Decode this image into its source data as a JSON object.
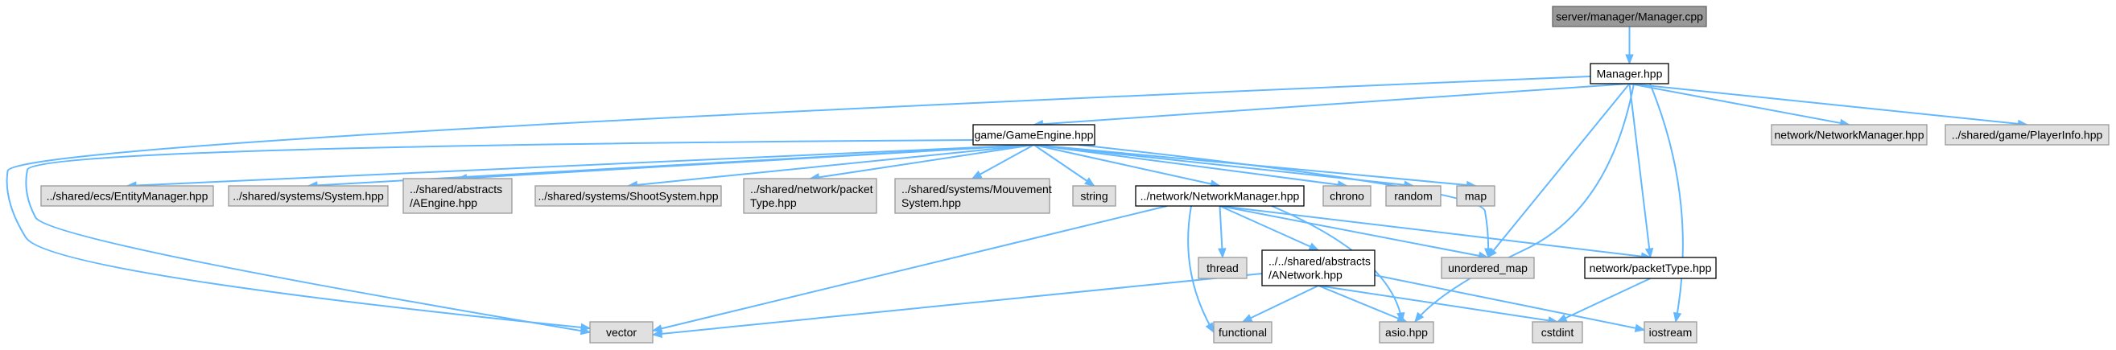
{
  "colors": {
    "edge": "#63b8ff",
    "root_fill": "#999999",
    "documented_fill": "#ffffff",
    "system_fill": "#e0e0e0"
  },
  "nodes": {
    "root": {
      "lines": [
        "server/manager/Manager.cpp"
      ]
    },
    "manager": {
      "lines": [
        "Manager.hpp"
      ]
    },
    "gameengine": {
      "lines": [
        "game/GameEngine.hpp"
      ]
    },
    "netmgr_top": {
      "lines": [
        "network/NetworkManager.hpp"
      ]
    },
    "playerinfo": {
      "lines": [
        "../shared/game/PlayerInfo.hpp"
      ]
    },
    "entitymgr": {
      "lines": [
        "../shared/ecs/EntityManager.hpp"
      ]
    },
    "system": {
      "lines": [
        "../shared/systems/System.hpp"
      ]
    },
    "aengine": {
      "lines": [
        "../shared/abstracts",
        "/AEngine.hpp"
      ]
    },
    "shootsys": {
      "lines": [
        "../shared/systems/ShootSystem.hpp"
      ]
    },
    "packettype_sh": {
      "lines": [
        "../shared/network/packet",
        "Type.hpp"
      ]
    },
    "mouvement": {
      "lines": [
        "../shared/systems/Mouvement",
        "System.hpp"
      ]
    },
    "string": {
      "lines": [
        "string"
      ]
    },
    "netmgr": {
      "lines": [
        "../network/NetworkManager.hpp"
      ]
    },
    "chrono": {
      "lines": [
        "chrono"
      ]
    },
    "random": {
      "lines": [
        "random"
      ]
    },
    "map": {
      "lines": [
        "map"
      ]
    },
    "thread": {
      "lines": [
        "thread"
      ]
    },
    "anetwork": {
      "lines": [
        "../../shared/abstracts",
        "/ANetwork.hpp"
      ]
    },
    "unordered_map": {
      "lines": [
        "unordered_map"
      ]
    },
    "packettype": {
      "lines": [
        "network/packetType.hpp"
      ]
    },
    "vector": {
      "lines": [
        "vector"
      ]
    },
    "functional": {
      "lines": [
        "functional"
      ]
    },
    "asio": {
      "lines": [
        "asio.hpp"
      ]
    },
    "cstdint": {
      "lines": [
        "cstdint"
      ]
    },
    "iostream": {
      "lines": [
        "iostream"
      ]
    }
  },
  "edges": [
    [
      "root",
      "manager"
    ],
    [
      "manager",
      "gameengine"
    ],
    [
      "manager",
      "netmgr_top"
    ],
    [
      "manager",
      "playerinfo"
    ],
    [
      "manager",
      "vector"
    ],
    [
      "manager",
      "unordered_map"
    ],
    [
      "manager",
      "asio"
    ],
    [
      "manager",
      "packettype"
    ],
    [
      "manager",
      "iostream"
    ],
    [
      "gameengine",
      "entitymgr"
    ],
    [
      "gameengine",
      "system"
    ],
    [
      "gameengine",
      "aengine"
    ],
    [
      "gameengine",
      "shootsys"
    ],
    [
      "gameengine",
      "packettype_sh"
    ],
    [
      "gameengine",
      "mouvement"
    ],
    [
      "gameengine",
      "string"
    ],
    [
      "gameengine",
      "netmgr"
    ],
    [
      "gameengine",
      "chrono"
    ],
    [
      "gameengine",
      "random"
    ],
    [
      "gameengine",
      "map"
    ],
    [
      "gameengine",
      "unordered_map"
    ],
    [
      "gameengine",
      "vector"
    ],
    [
      "netmgr",
      "thread"
    ],
    [
      "netmgr",
      "anetwork"
    ],
    [
      "netmgr",
      "unordered_map"
    ],
    [
      "netmgr",
      "packettype"
    ],
    [
      "netmgr",
      "vector"
    ],
    [
      "netmgr",
      "functional"
    ],
    [
      "netmgr",
      "asio"
    ],
    [
      "anetwork",
      "vector"
    ],
    [
      "anetwork",
      "functional"
    ],
    [
      "anetwork",
      "asio"
    ],
    [
      "anetwork",
      "cstdint"
    ],
    [
      "anetwork",
      "iostream"
    ],
    [
      "packettype",
      "cstdint"
    ]
  ]
}
